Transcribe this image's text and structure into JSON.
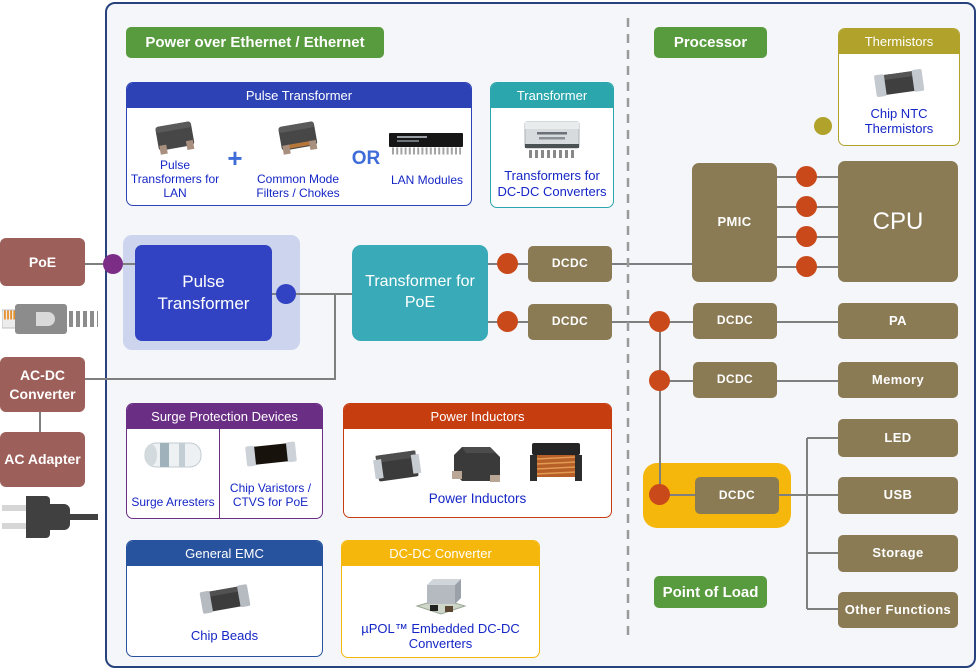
{
  "badges": {
    "poe_ethernet": "Power over Ethernet / Ethernet",
    "processor": "Processor",
    "point_of_load": "Point of Load"
  },
  "left_rail": {
    "poe": "PoE",
    "acdc_converter": "AC-DC Converter",
    "ac_adapter": "AC Adapter"
  },
  "flow": {
    "pulse_transformer": "Pulse Transformer",
    "transformer_for_poe": "Transformer for PoE",
    "dcdc": "DCDC",
    "pmic": "PMIC",
    "cpu": "CPU",
    "pa": "PA",
    "memory": "Memory",
    "led": "LED",
    "usb": "USB",
    "storage": "Storage",
    "other_functions": "Other Functions"
  },
  "product_boxes": {
    "pulse_transformer": {
      "header": "Pulse Transformer",
      "item1": "Pulse Transformers for LAN",
      "plus": "+",
      "item2": "Common Mode Filters / Chokes",
      "or": "OR",
      "item3": "LAN Modules"
    },
    "transformer": {
      "header": "Transformer",
      "link": "Transformers for DC-DC Converters"
    },
    "thermistors": {
      "header": "Thermistors",
      "link": "Chip NTC Thermistors"
    },
    "surge_protection": {
      "header": "Surge Protection Devices",
      "link1": "Surge Arresters",
      "link2": "Chip Varistors / CTVS for PoE"
    },
    "power_inductors": {
      "header": "Power Inductors",
      "link": "Power Inductors"
    },
    "general_emc": {
      "header": "General EMC",
      "link": "Chip Beads"
    },
    "dcdc_converter": {
      "header": "DC-DC Converter",
      "link": "µPOL™ Embedded DC-DC Converters"
    }
  },
  "colors": {
    "panel_border": "#27427c",
    "green": "#589b3e",
    "blue": "#2d43b5",
    "teal": "#2aa6ac",
    "khaki": "#8b7b55",
    "mauve": "#9d5f5a",
    "purple": "#6b2e85",
    "orange_red": "#c63d10",
    "yellow": "#f6b70c",
    "olive": "#b0a22a",
    "navy": "#27539e",
    "link_blue": "#1526c6",
    "dot_orange": "#c9491a",
    "dot_purple": "#7c2e87",
    "line_gray": "#7f7f7f"
  }
}
